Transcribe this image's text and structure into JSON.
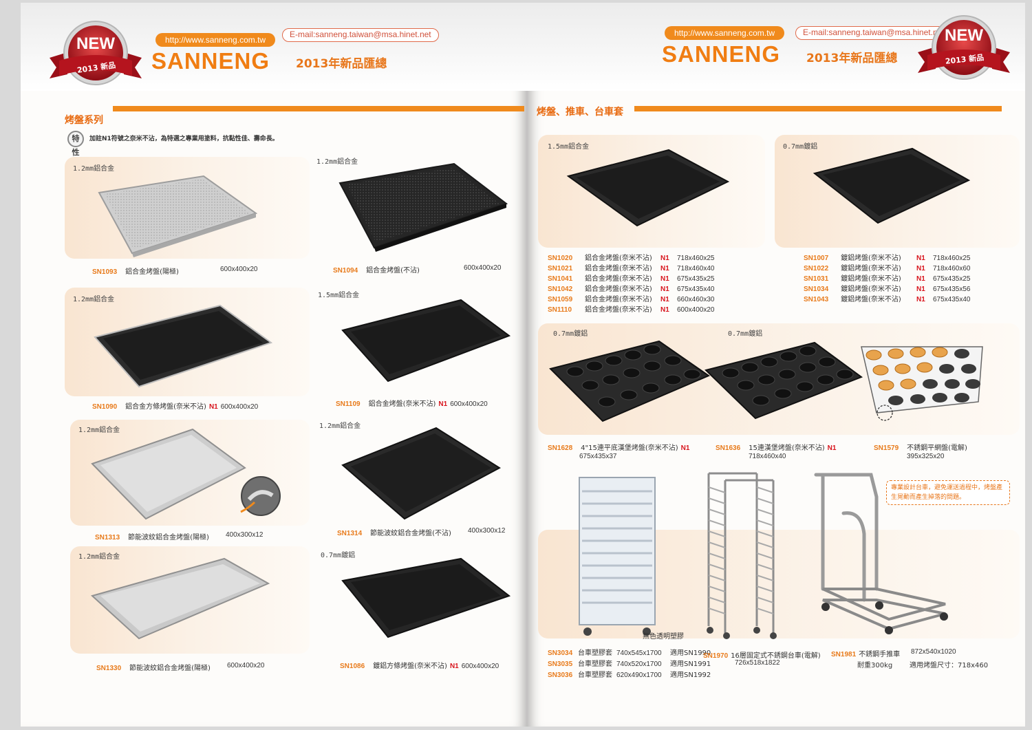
{
  "header": {
    "url": "http://www.sanneng.com.tw",
    "email": "E-mail:sanneng.taiwan@msa.hinet.net",
    "brand": "SANNENG",
    "subtitle": "2013年新品匯總",
    "badge_top": "NEW",
    "badge_bottom": "2013 新品"
  },
  "left_page": {
    "section_title": "烤盤系列",
    "feature_icon": "特性",
    "feature_text": "加註N1符號之奈米不沾，為特選之專業用塗料，抗黏性佳、壽命長。",
    "products": [
      {
        "material": "1.2mm鋁合金",
        "code": "SN1093",
        "name": "鋁合金烤盤(陽極)",
        "n1": "",
        "size": "600x400x20"
      },
      {
        "material": "1.2mm鋁合金",
        "code": "SN1094",
        "name": "鋁合金烤盤(不沾)",
        "n1": "",
        "size": "600x400x20"
      },
      {
        "material": "1.2mm鋁合金",
        "code": "SN1090",
        "name": "鋁合金方條烤盤(奈米不沾)",
        "n1": "N1",
        "size": "600x400x20"
      },
      {
        "material": "1.5mm鋁合金",
        "code": "SN1109",
        "name": "鋁合金烤盤(奈米不沾)",
        "n1": "N1",
        "size": "600x400x20"
      },
      {
        "material": "1.2mm鋁合金",
        "code": "SN1313",
        "name": "節能波紋鋁合金烤盤(陽極)",
        "n1": "",
        "size": "400x300x12"
      },
      {
        "material": "1.2mm鋁合金",
        "code": "SN1314",
        "name": "節能波紋鋁合金烤盤(不沾)",
        "n1": "",
        "size": "400x300x12"
      },
      {
        "material": "1.2mm鋁合金",
        "code": "SN1330",
        "name": "節能波紋鋁合金烤盤(陽極)",
        "n1": "",
        "size": "600x400x20"
      },
      {
        "material": "0.7mm鍍鋁",
        "code": "SN1086",
        "name": "鍍鋁方條烤盤(奈米不沾)",
        "n1": "N1",
        "size": "600x400x20"
      }
    ]
  },
  "right_page": {
    "section_title": "烤盤、推車、台車套",
    "group1": {
      "material": "1.5mm鋁合金",
      "rows": [
        {
          "code": "SN1020",
          "name": "鋁合金烤盤(奈米不沾)",
          "n1": "N1",
          "size": "718x460x25"
        },
        {
          "code": "SN1021",
          "name": "鋁合金烤盤(奈米不沾)",
          "n1": "N1",
          "size": "718x460x40"
        },
        {
          "code": "SN1041",
          "name": "鋁合金烤盤(奈米不沾)",
          "n1": "N1",
          "size": "675x435x25"
        },
        {
          "code": "SN1042",
          "name": "鋁合金烤盤(奈米不沾)",
          "n1": "N1",
          "size": "675x435x40"
        },
        {
          "code": "SN1059",
          "name": "鋁合金烤盤(奈米不沾)",
          "n1": "N1",
          "size": "660x460x30"
        },
        {
          "code": "SN1110",
          "name": "鋁合金烤盤(奈米不沾)",
          "n1": "N1",
          "size": "600x400x20"
        }
      ]
    },
    "group2": {
      "material": "0.7mm鍍鋁",
      "rows": [
        {
          "code": "SN1007",
          "name": "鍍鋁烤盤(奈米不沾)",
          "n1": "N1",
          "size": "718x460x25"
        },
        {
          "code": "SN1022",
          "name": "鍍鋁烤盤(奈米不沾)",
          "n1": "N1",
          "size": "718x460x60"
        },
        {
          "code": "SN1031",
          "name": "鍍鋁烤盤(奈米不沾)",
          "n1": "N1",
          "size": "675x435x25"
        },
        {
          "code": "SN1034",
          "name": "鍍鋁烤盤(奈米不沾)",
          "n1": "N1",
          "size": "675x435x56"
        },
        {
          "code": "SN1043",
          "name": "鍍鋁烤盤(奈米不沾)",
          "n1": "N1",
          "size": "675x435x40"
        }
      ]
    },
    "molds": {
      "material_a": "0.7mm鍍鋁",
      "material_b": "0.7mm鍍鋁",
      "items": [
        {
          "code": "SN1628",
          "name": "4\"15連平底漢堡烤盤(奈米不沾)",
          "n1": "N1",
          "size": "675x435x37"
        },
        {
          "code": "SN1636",
          "name": "15連漢堡烤盤(奈米不沾)",
          "n1": "N1",
          "size": "718x460x40"
        },
        {
          "code": "SN1579",
          "name": "不銹鋼平網盤(電解)",
          "n1": "",
          "size": "395x325x20"
        }
      ]
    },
    "carts": {
      "cover_label": "無色透明塑膠",
      "note": "專業設計台車，避免運送過程中，烤盤產生晃動而產生掉落的問題。",
      "covers": [
        {
          "code": "SN3034",
          "name": "台車塑膠套",
          "size": "740x545x1700",
          "fit": "適用SN1990"
        },
        {
          "code": "SN3035",
          "name": "台車塑膠套",
          "size": "740x520x1700",
          "fit": "適用SN1991"
        },
        {
          "code": "SN3036",
          "name": "台車塑膠套",
          "size": "620x490x1700",
          "fit": "適用SN1992"
        }
      ],
      "rack": {
        "code": "SN1970",
        "name": "16層固定式不銹鋼台車(電解)",
        "size": "726x518x1822"
      },
      "trolley": {
        "code": "SN1981",
        "name": "不銹鋼手推車",
        "size": "872x540x1020",
        "load": "耐重300kg",
        "fit": "適用烤盤尺寸：718x460"
      }
    }
  },
  "colors": {
    "accent": "#f08a1c",
    "n1": "#d8141c",
    "badge": "#c8202a"
  }
}
